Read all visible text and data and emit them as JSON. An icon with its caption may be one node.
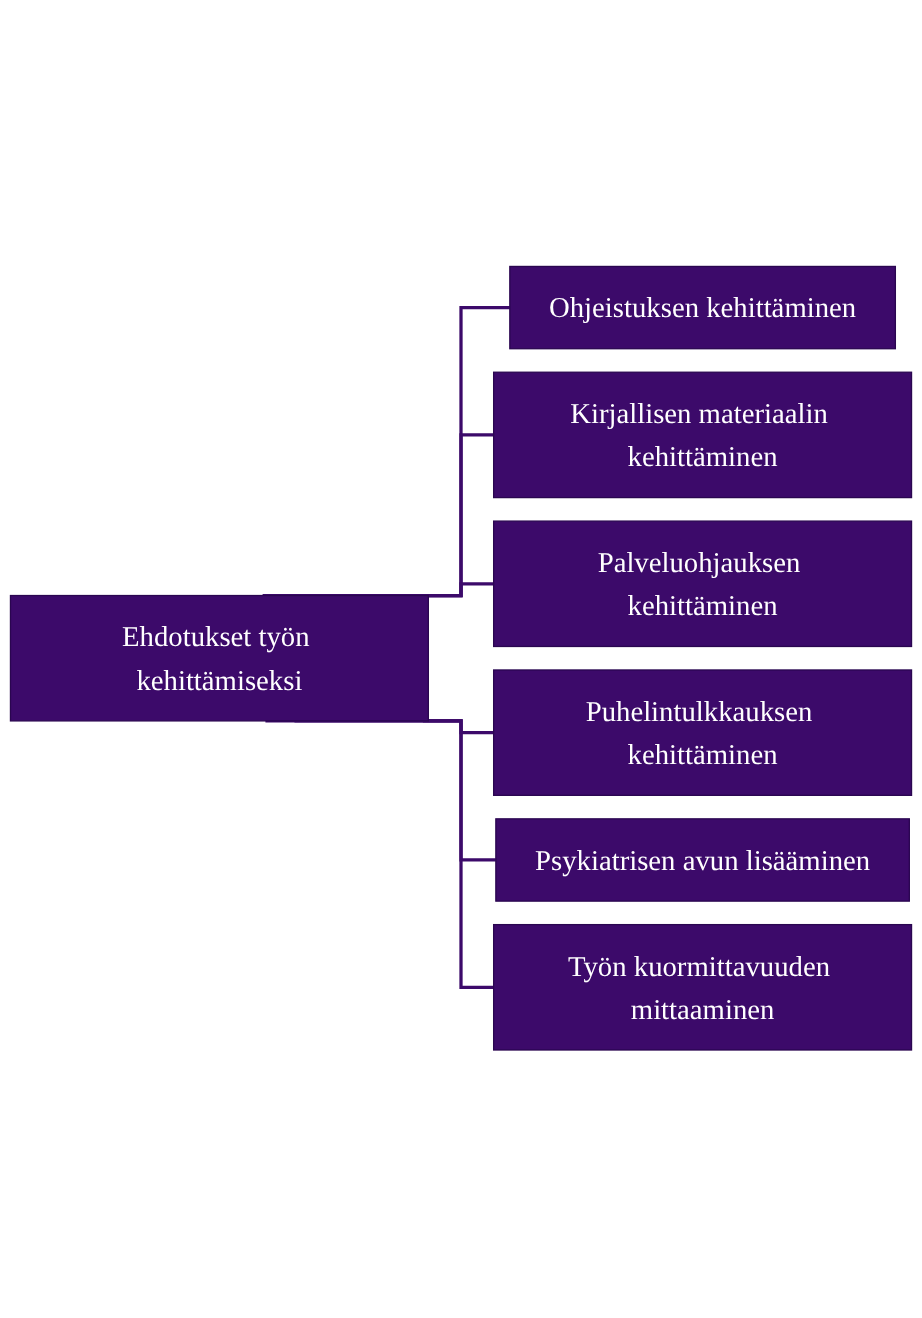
{
  "diagram": {
    "nodes": [
      {
        "text": [
          "Ehdotukset työn kehittämiseksi"
        ]
      },
      {
        "text": [
          "Ohjeistuksen kehittäminen"
        ]
      },
      {
        "text": [
          "Kirjallisen materiaalin kehittäminen"
        ]
      },
      {
        "text": [
          "Palveluohjauksen kehittäminen"
        ]
      },
      {
        "text": [
          "Puhelintulkkauksen kehittäminen"
        ]
      },
      {
        "text": [
          "Psykiatrisen avun lisääminen"
        ]
      },
      {
        "text": [
          "Työn kuormittavuuden mittaaminen"
        ]
      }
    ],
    "edges": [
      {
        "from": 0,
        "to": 1,
        "arrow": "none"
      },
      {
        "from": 0,
        "to": 2,
        "arrow": "none"
      },
      {
        "from": 0,
        "to": 3,
        "arrow": "none"
      },
      {
        "from": 0,
        "to": 4,
        "arrow": "none"
      },
      {
        "from": 0,
        "to": 5,
        "arrow": "none"
      },
      {
        "from": 0,
        "to": 6,
        "arrow": "none"
      }
    ]
  }
}
